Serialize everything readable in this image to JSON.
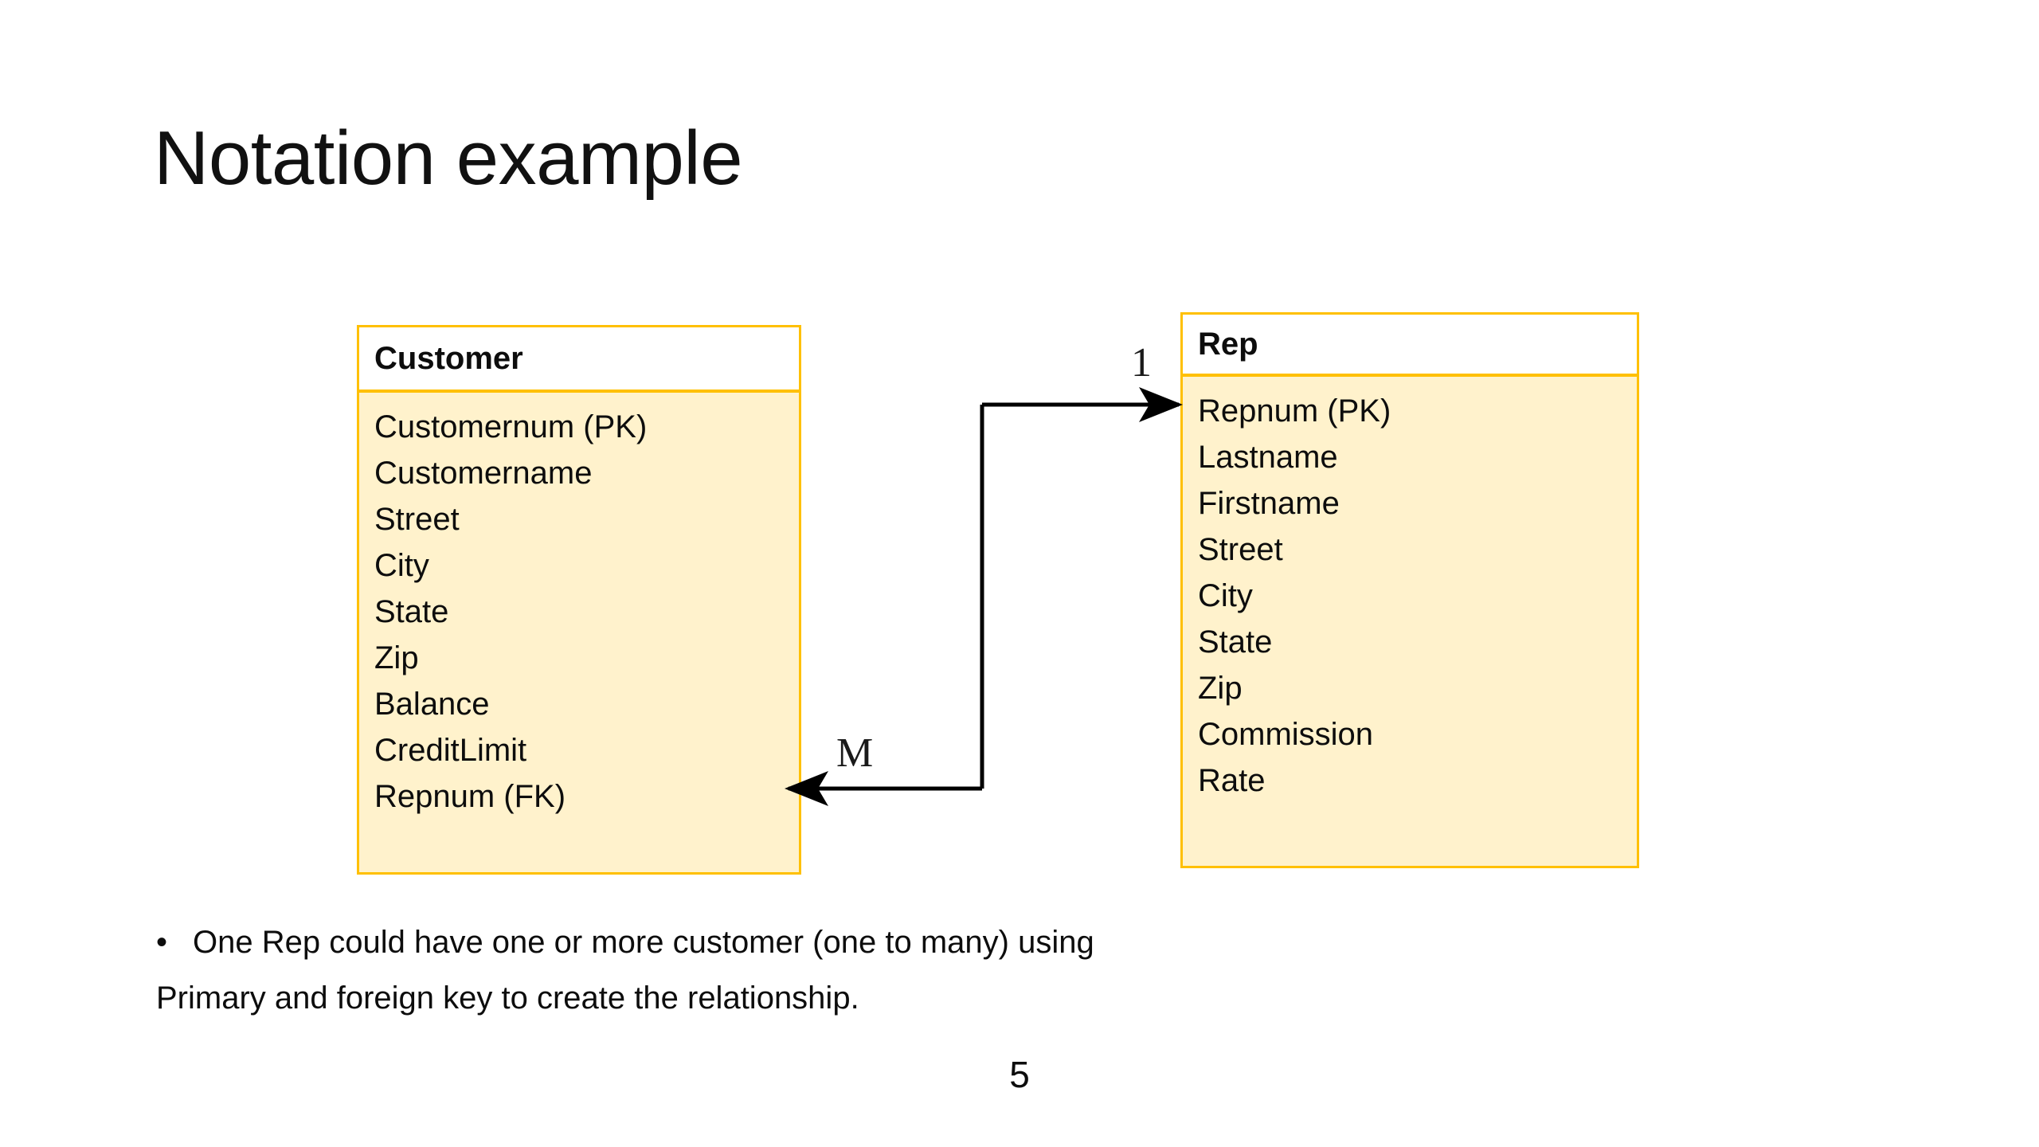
{
  "slide": {
    "title": "Notation example",
    "page_number": "5",
    "background_color": "#FFFFFF"
  },
  "theme": {
    "entity_border_color": "#FFC000",
    "entity_fill_color": "#FFF2CC",
    "entity_header_fill_color": "#FFFFFF",
    "connector_color": "#000000",
    "text_color": "#0D0D0D"
  },
  "diagram": {
    "type": "entity-relationship",
    "entities": [
      {
        "name": "Customer",
        "fields": [
          "Customernum (PK)",
          "Customername",
          "Street",
          "City",
          "State",
          "Zip",
          "Balance",
          "CreditLimit",
          "Repnum (FK)"
        ]
      },
      {
        "name": "Rep",
        "fields": [
          "Repnum (PK)",
          "Lastname",
          "Firstname",
          "Street",
          "City",
          "State",
          "Zip",
          "Commission",
          "Rate"
        ]
      }
    ],
    "relationship": {
      "from": "Customer",
      "to": "Rep",
      "cardinality_near_rep": "1",
      "cardinality_near_customer": "M",
      "arrow_style": "double-headed-elbow"
    }
  },
  "body": {
    "bullet_marker": "•",
    "bullet_line": "One Rep could have one or more customer (one to many) using",
    "continuation_line": "Primary and foreign key to create the relationship."
  }
}
